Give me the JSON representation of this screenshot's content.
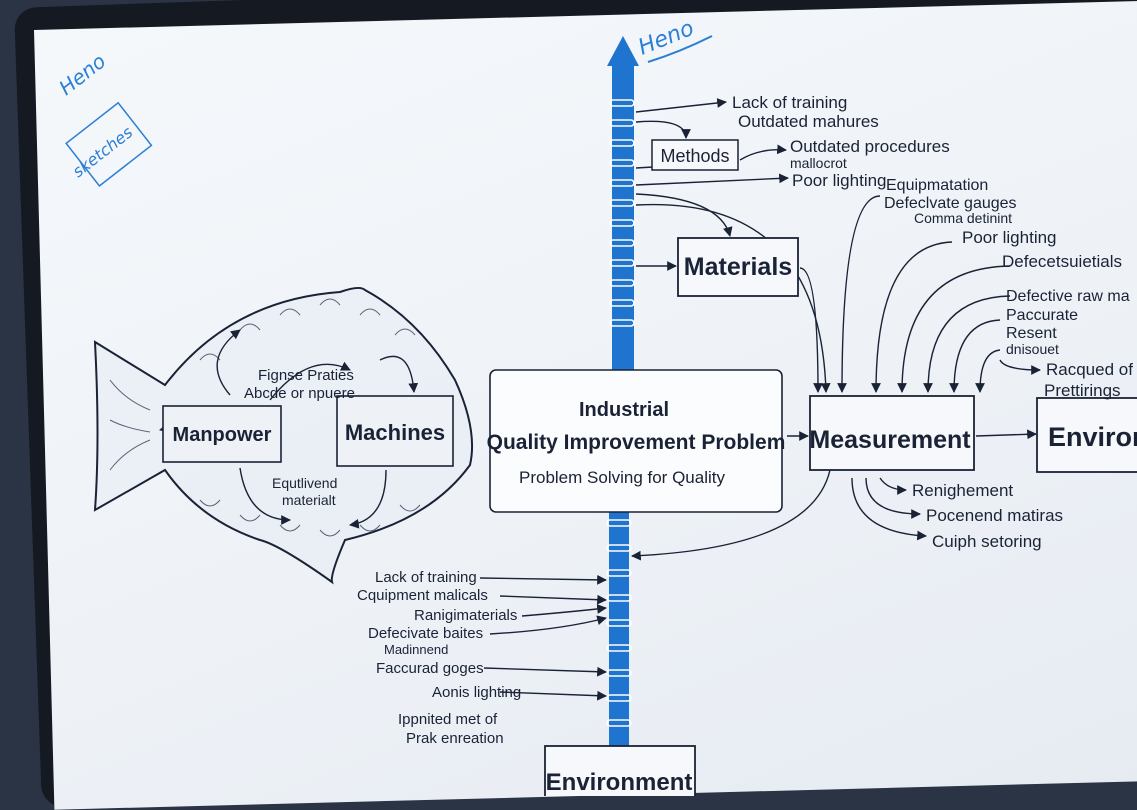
{
  "handwriting": {
    "top_note": "Heno",
    "left_note": "Heno",
    "left_scribble": "sketches"
  },
  "boxes": {
    "methods": "Methods",
    "materials": "Materials",
    "manpower": "Manpower",
    "machines": "Machines",
    "measurement": "Measurement",
    "environ_right": "Environ",
    "environment_bottom": "Environment"
  },
  "center": {
    "line1": "Industrial",
    "line2": "Quality Improvement Problem",
    "line3": "Problem Solving for Quality"
  },
  "fish_labels": {
    "top1": "Fignse Praties",
    "top2": "Abcde or npuere",
    "bottom1": "Equtlivend",
    "bottom2": "materialt"
  },
  "causes_top": [
    "Lack of training",
    "Outdated mahures",
    "Outdated procedures",
    "mallocrot",
    "Poor lighting",
    "Equipmatation",
    "Defeclvate gauges",
    "Comma detinint",
    "Poor lighting",
    "Defecetsuietials",
    "Defective raw ma",
    "Paccurate",
    "Resent",
    "dnisouet",
    "Racqued of",
    "Prettirings"
  ],
  "causes_measure": [
    "Renighement",
    "Pocenend matiras",
    "Cuiph setoring"
  ],
  "causes_bottom": [
    "Lack of training",
    "Cquipment malicals",
    "Ranigimaterials",
    "Defecivate baites",
    "Madinnend",
    "Faccurad goges",
    "Aonis lighting",
    "Ippnited met of",
    "Prak enreation"
  ],
  "colors": {
    "spine": "#1f74cf",
    "ink": "#1a2236",
    "board": "#eef2f7",
    "frame": "#151a22",
    "marker": "#2b7fd4"
  }
}
